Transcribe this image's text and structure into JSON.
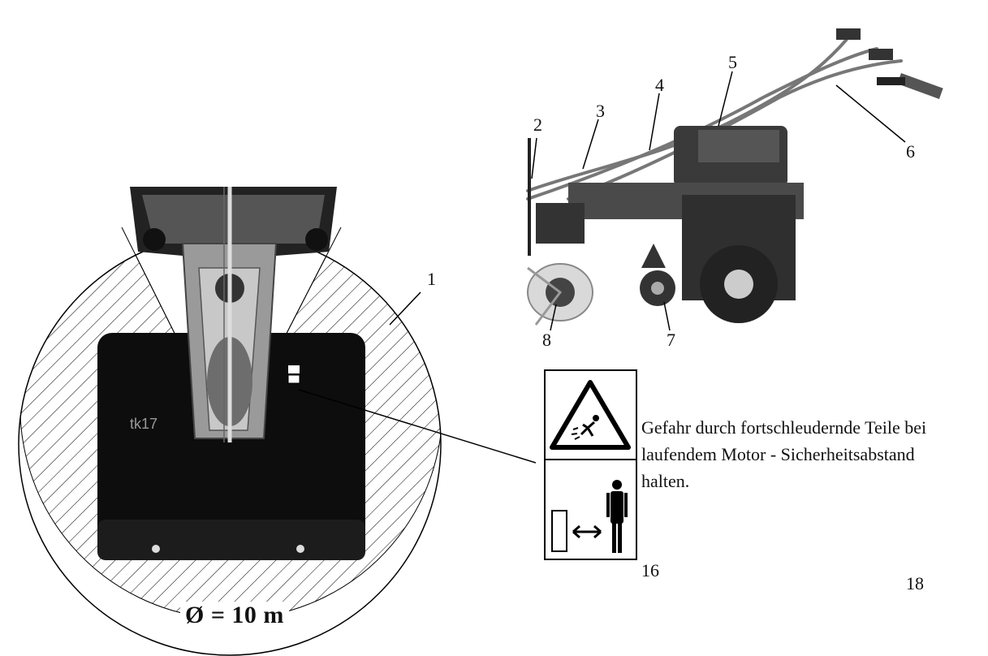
{
  "figure": {
    "callouts": [
      "1",
      "2",
      "3",
      "4",
      "5",
      "6",
      "7",
      "8",
      "16",
      "18"
    ],
    "diameter_label": "Ø = 10 m",
    "warning_lines": [
      "Gefahr durch fortschleudernde Teile bei",
      "laufendem Motor - Sicherheitsabstand",
      "halten."
    ]
  },
  "icons": {
    "hazard": "thrown-objects-warning-icon",
    "distance": "keep-distance-icon"
  },
  "colors": {
    "ink": "#000000",
    "paper": "#ffffff"
  }
}
